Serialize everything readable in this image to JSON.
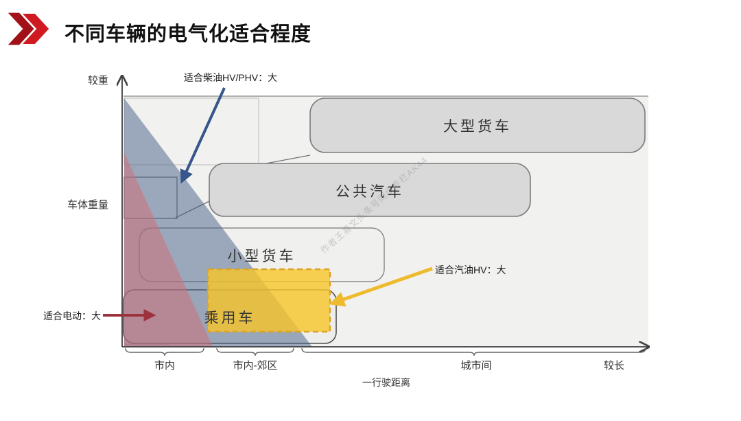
{
  "title": "不同车辆的电气化适合程度",
  "logo_color": "#ce1a20",
  "watermark": "作者王喜文头条号同步专栏AK44",
  "chart": {
    "y_axis": {
      "top_label": "较重",
      "axis_label": "车体重量"
    },
    "x_axis": {
      "axis_label": "一行驶距离",
      "segments": [
        "市内",
        "市内-郊区",
        "城市间"
      ],
      "end_label": "较长"
    },
    "boxes": [
      {
        "label": "大型货车"
      },
      {
        "label": "公共汽车"
      },
      {
        "label": "小型货车"
      },
      {
        "label": "乘用车"
      }
    ],
    "annotations": {
      "diesel": {
        "label": "适合柴油HV/PHV：大",
        "arrow_color": "#36568c"
      },
      "gasoline": {
        "label": "适合汽油HV：大",
        "arrow_color": "#eebb2f"
      },
      "electric": {
        "label": "适合电动：大",
        "arrow_color": "#9c333c"
      }
    },
    "regions": {
      "electric_fill": "#cd707a",
      "diesel_fill": "#465f87",
      "gasoline_fill": "#f8c628"
    }
  }
}
